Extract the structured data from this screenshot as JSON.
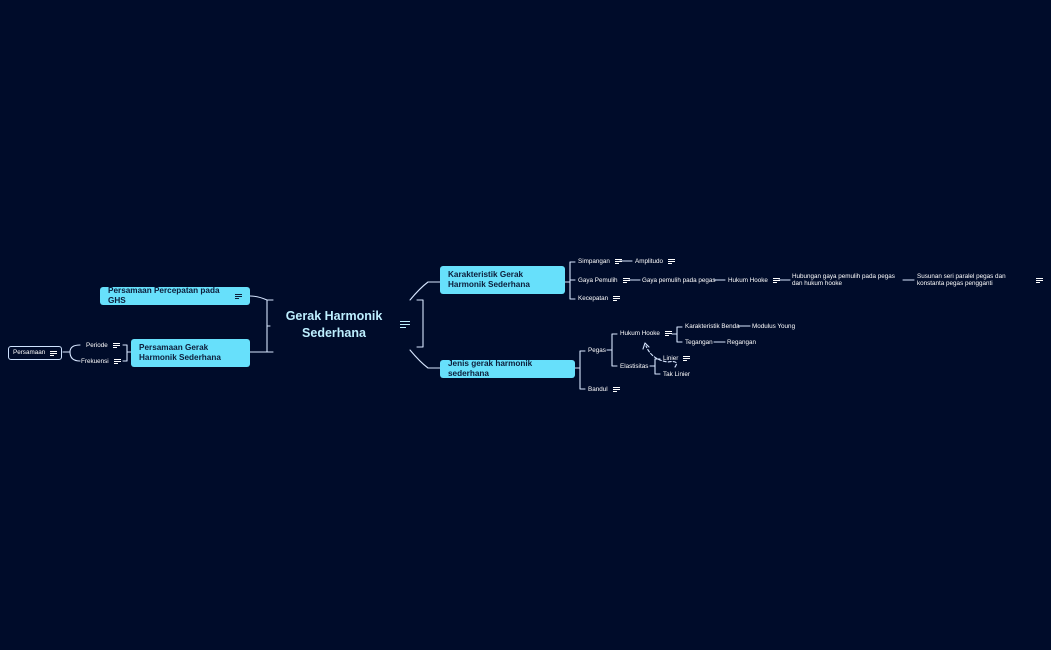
{
  "root": {
    "label": "Gerak Harmonik Sederhana",
    "icon": "note-icon"
  },
  "left": {
    "persamaan_percepatan": {
      "label": "Persamaan Percepatan pada GHS",
      "icon": "note-icon"
    },
    "persamaan_ghs": {
      "label": "Persamaan Gerak Harmonik Sederhana",
      "periode": "Periode",
      "frekuensi": "Frekuensi",
      "persamaan": "Persamaan"
    }
  },
  "right": {
    "karakteristik": {
      "label": "Karakteristik Gerak Harmonik Sederhana",
      "simpangan": "Simpangan",
      "amplitudo": "Amplitudo",
      "gaya_pemulih": "Gaya Pemulih",
      "gaya_pemulih_pegas": "Gaya pemulih pada pegas",
      "hukum_hooke": "Hukum Hooke",
      "hubungan": "Hubungan gaya pemulih pada pegas dan hukum hooke",
      "susunan": "Susunan seri paralel pegas dan konstanta pegas pengganti",
      "kecepatan": "Kecepatan"
    },
    "jenis": {
      "label": "Jenis gerak harmonik sederhana",
      "pegas": "Pegas",
      "hukum_hooke": "Hukum Hooke",
      "karakteristik_benda": "Karakteristik Benda",
      "modulus_young": "Modulus Young",
      "tegangan": "Tegangan",
      "regangan": "Regangan",
      "elastisitas": "Elastisitas",
      "linier": "Linier",
      "tak_linier": "Tak Linier",
      "bandul": "Bandul"
    }
  },
  "colors": {
    "background": "#000c2a",
    "node": "#67e0fb",
    "line": "#d7e6ff",
    "root_text": "#bdefff"
  }
}
